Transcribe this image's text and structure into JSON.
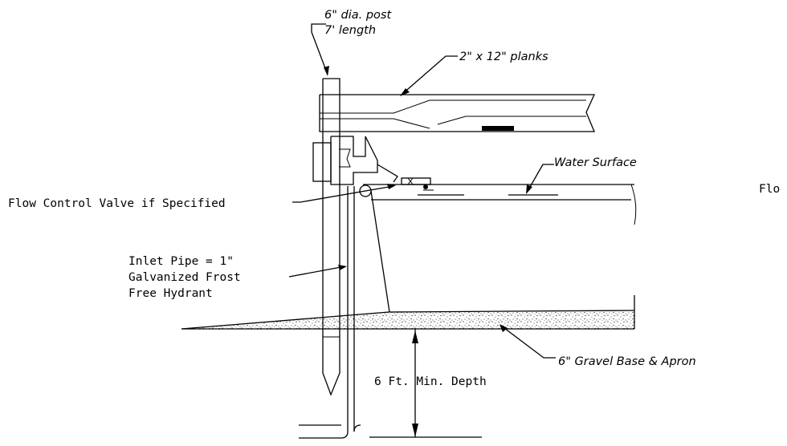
{
  "labels": {
    "post": [
      "6\" dia. post",
      "7' length"
    ],
    "planks": "2\" x 12\" planks",
    "water_surface": "Water Surface",
    "flow_control": "Flow Control Valve if Specified",
    "flow_cut": "Flo",
    "inlet_pipe": [
      "Inlet Pipe = 1\"",
      "Galvanized Frost",
      "Free Hydrant"
    ],
    "gravel": "6\" Gravel Base & Apron",
    "depth": "6 Ft. Min. Depth"
  },
  "colors": {
    "line": "#000000",
    "background": "#ffffff"
  }
}
